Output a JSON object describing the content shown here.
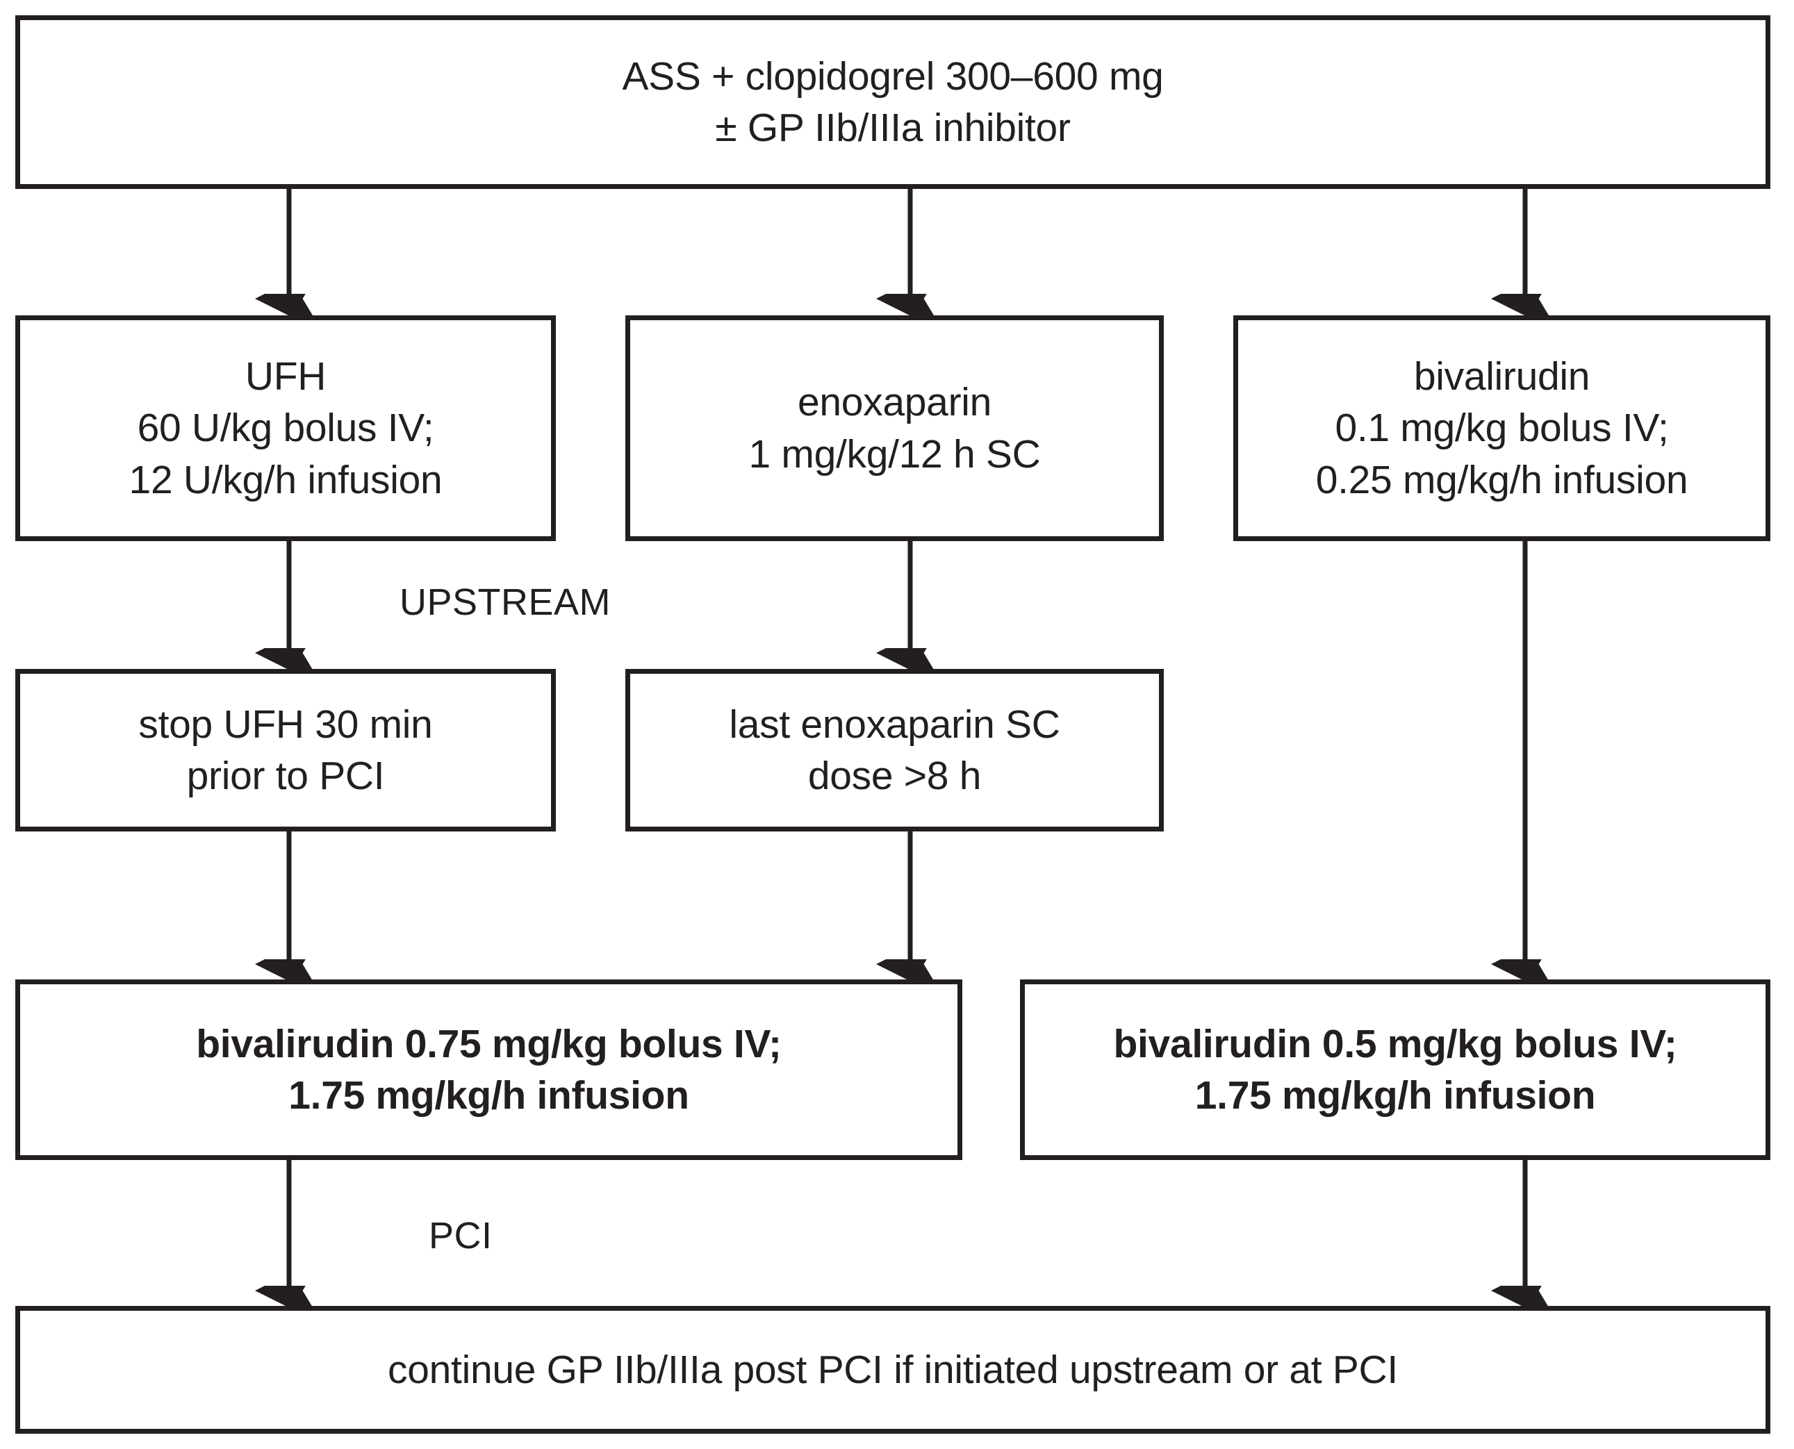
{
  "diagram": {
    "title_node": {
      "id": "antiplatelet-therapy",
      "lines": [
        "ASS + clopidogrel 300–600 mg",
        "± GP IIb/IIIa inhibitor"
      ]
    },
    "anticoagulant_options": [
      {
        "id": "ufh",
        "lines": [
          "UFH",
          "60 U/kg bolus IV;",
          "12 U/kg/h infusion"
        ]
      },
      {
        "id": "enoxaparin",
        "lines": [
          "enoxaparin",
          "1 mg/kg/12 h SC"
        ]
      },
      {
        "id": "bivalirudin-upstream",
        "lines": [
          "bivalirudin",
          "0.1 mg/kg bolus IV;",
          "0.25 mg/kg/h infusion"
        ]
      }
    ],
    "transition_steps": [
      {
        "id": "stop-ufh",
        "lines": [
          "stop UFH 30 min",
          "prior to PCI"
        ]
      },
      {
        "id": "last-enoxaparin",
        "lines": [
          "last enoxaparin SC",
          "dose >8 h"
        ]
      }
    ],
    "pci_doses": [
      {
        "id": "bivalirudin-0-75",
        "lines": [
          "bivalirudin 0.75 mg/kg bolus IV;",
          "1.75 mg/kg/h infusion"
        ]
      },
      {
        "id": "bivalirudin-0-5",
        "lines": [
          "bivalirudin 0.5 mg/kg bolus IV;",
          "1.75 mg/kg/h infusion"
        ]
      }
    ],
    "outcome_node": {
      "id": "continue-gp",
      "lines": [
        "continue GP IIb/IIIa post PCI if initiated upstream or at PCI"
      ]
    },
    "phase_labels": [
      {
        "id": "upstream",
        "text": "UPSTREAM"
      },
      {
        "id": "pci",
        "text": "PCI"
      }
    ],
    "colors": {
      "ink": "#231f20",
      "background": "#ffffff"
    }
  }
}
